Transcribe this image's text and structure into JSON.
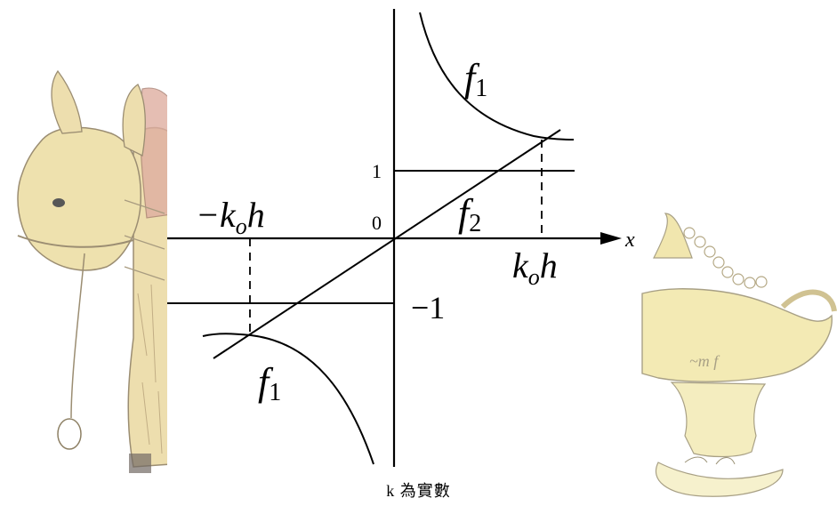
{
  "figure": {
    "axis_x_label": "x",
    "origin_label": "0",
    "tick_pos_label": "1",
    "tick_neg_label": "−1",
    "pos_point_label": "k",
    "pos_point_sub": "o",
    "pos_point_h": "h",
    "neg_point_label": "−k",
    "neg_point_sub": "o",
    "neg_point_h": "h",
    "f1_upper": "f",
    "f1_upper_sub": "1",
    "f2": "f",
    "f2_sub": "2",
    "f1_lower": "f",
    "f1_lower_sub": "1"
  },
  "caption": "k 為實數",
  "decorations": {
    "left_illustration": "donkey-drawing",
    "right_illustration": "magic-lamp-drawing"
  },
  "colors": {
    "line": "#000000",
    "donkey_body": "#e9d79a",
    "donkey_outline": "#8a7a5a",
    "saddle": "#d9a090",
    "lamp_body": "#f1e7a8",
    "lamp_outline": "#9a9070"
  }
}
